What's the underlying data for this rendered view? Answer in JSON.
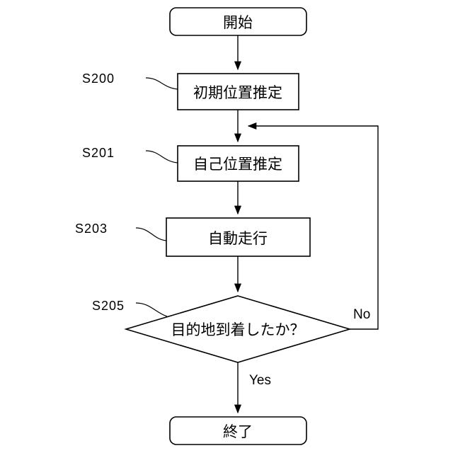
{
  "flowchart": {
    "start": {
      "text": "開始"
    },
    "s200": {
      "step": "S200",
      "text": "初期位置推定"
    },
    "s201": {
      "step": "S201",
      "text": "自己位置推定"
    },
    "s203": {
      "step": "S203",
      "text": "自動走行"
    },
    "s205": {
      "step": "S205",
      "text": "目的地到着したか？"
    },
    "end": {
      "text": "終了"
    },
    "edges": {
      "yes": "Yes",
      "no": "No"
    }
  }
}
